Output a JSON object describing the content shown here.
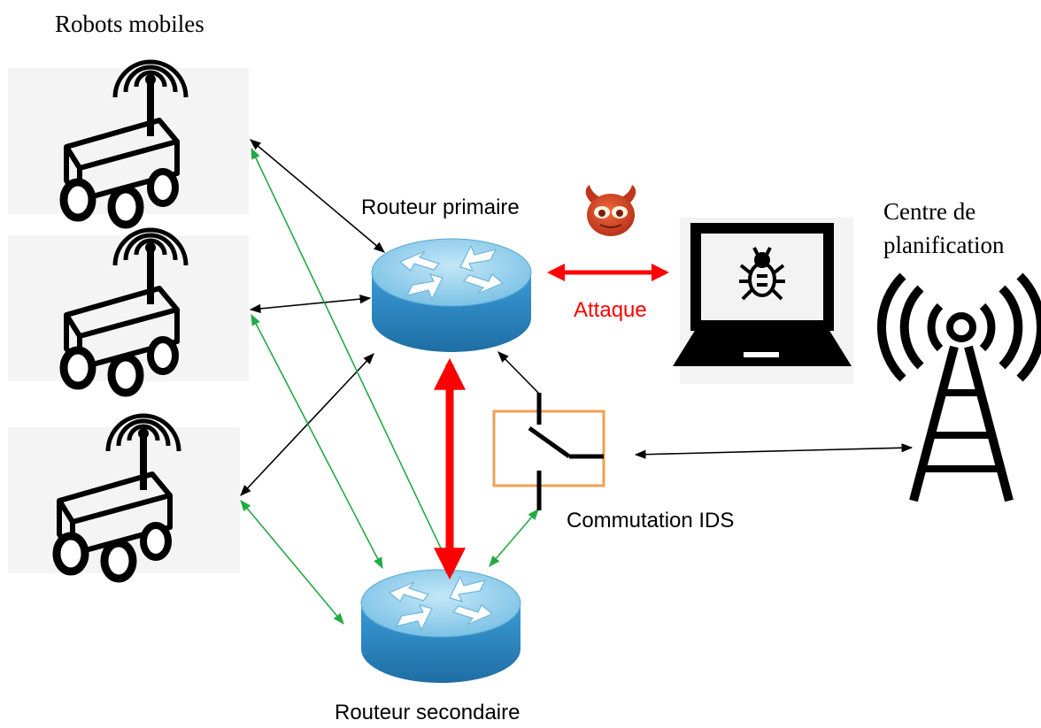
{
  "labels": {
    "robots_title": "Robots mobiles",
    "primary_router": "Routeur primaire",
    "secondary_router": "Routeur secondaire",
    "attack": "Attaque",
    "ids_switch": "Commutation IDS",
    "planning_center_line1": "Centre de",
    "planning_center_line2": "planification"
  },
  "colors": {
    "attack": "#ff0000",
    "primary_links": "#000000",
    "backup_links": "#22aa44",
    "switch_box": "#f0a050",
    "router_top": "#9fd4ee",
    "router_side": "#2f86c0"
  },
  "icons": {
    "robots": [
      "robot-vehicle-icon",
      "robot-vehicle-icon",
      "robot-vehicle-icon"
    ],
    "routers": [
      "router-icon",
      "router-icon"
    ],
    "attacker": "devil-face-icon",
    "compromised_host": "laptop-bug-icon",
    "antenna": "radio-tower-icon"
  }
}
